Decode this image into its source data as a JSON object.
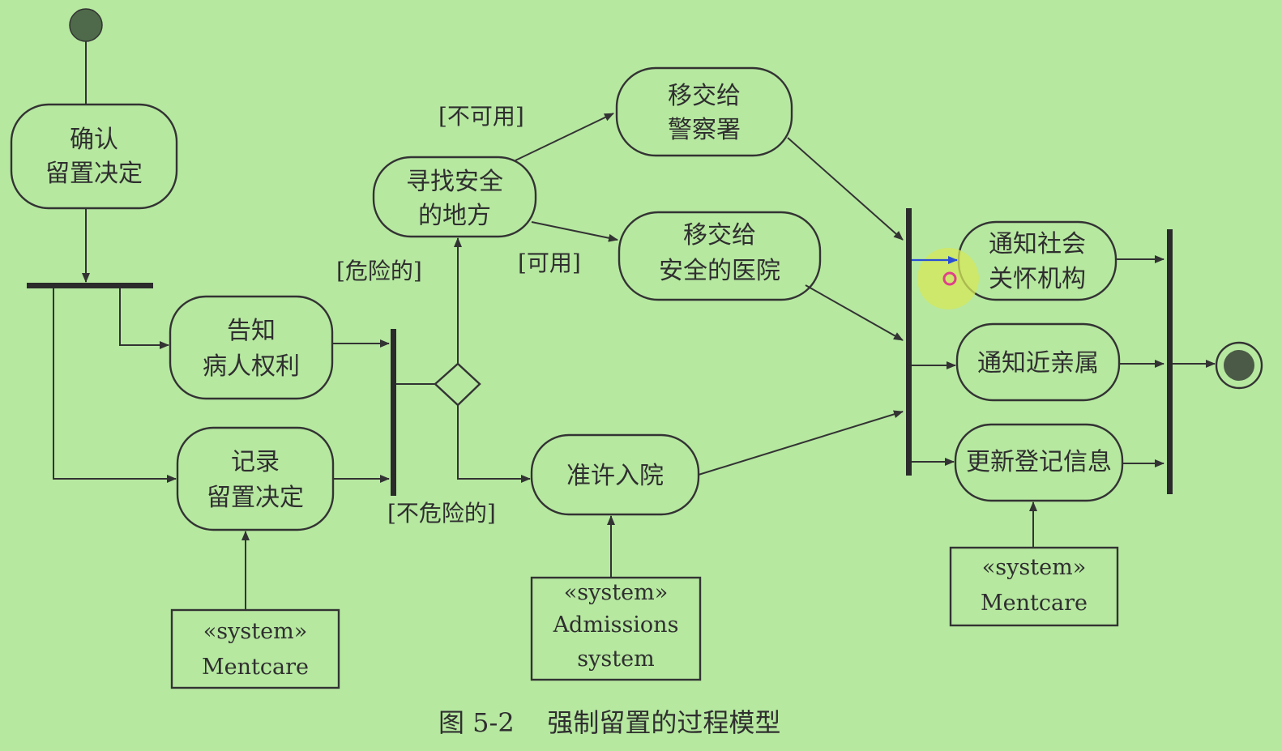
{
  "activities": {
    "confirm_decision": [
      "确认",
      "留置决定"
    ],
    "inform_rights": [
      "告知",
      "病人权利"
    ],
    "record_decision": [
      "记录",
      "留置决定"
    ],
    "find_safe_place": [
      "寻找安全",
      "的地方"
    ],
    "transfer_police": [
      "移交给",
      "警察署"
    ],
    "transfer_hospital": [
      "移交给",
      "安全的医院"
    ],
    "admit_hospital": [
      "准许入院"
    ],
    "notify_social_care": [
      "通知社会",
      "关怀机构"
    ],
    "notify_relatives": [
      "通知近亲属"
    ],
    "update_register": [
      "更新登记信息"
    ]
  },
  "guards": {
    "dangerous": "[危险的]",
    "not_dangerous": "[不危险的]",
    "unavailable": "[不可用]",
    "available": "[可用]"
  },
  "systems": {
    "mentcare_left": [
      "«system»",
      "Mentcare"
    ],
    "admissions": [
      "«system»",
      "Admissions",
      "system"
    ],
    "mentcare_right": [
      "«system»",
      "Mentcare"
    ]
  },
  "caption": "图 5-2    强制留置的过程模型",
  "colors": {
    "background": "#b6e8a0",
    "ink": "#333333",
    "cursor_halo": "#d4e85a",
    "cursor_ring": "#e0408a"
  }
}
